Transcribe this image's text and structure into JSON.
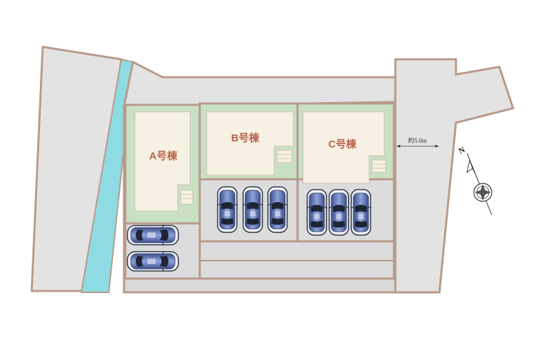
{
  "buildings": [
    {
      "id": "A",
      "label": "A号棟"
    },
    {
      "id": "B",
      "label": "B号棟"
    },
    {
      "id": "C",
      "label": "C号棟"
    }
  ],
  "road_width_label": "約5.0m",
  "compass": {
    "north_label": "N"
  },
  "parking": {
    "car_count": 8
  },
  "colors": {
    "road": "#e3e3e3",
    "lot_line": "#b89a8a",
    "green_space": "#c9e0c4",
    "building": "#f7f1e3",
    "river": "#8fdbe3",
    "car_body": "#5a6fae",
    "label_text": "#b8634a"
  }
}
